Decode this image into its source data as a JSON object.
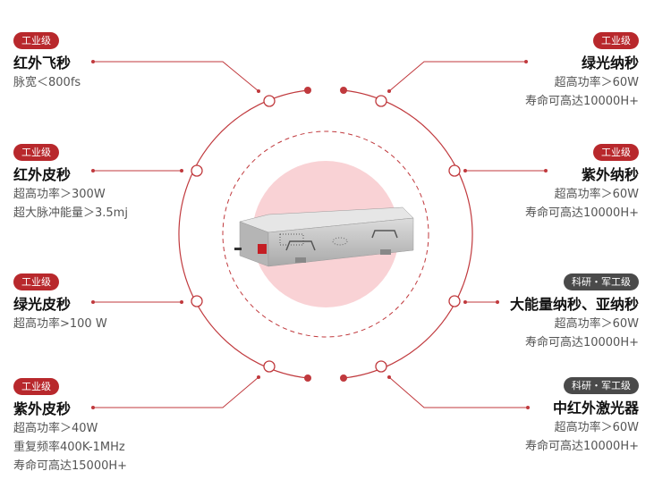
{
  "colors": {
    "accent": "#b8282c",
    "dark_badge": "#4a4a4a",
    "pink": "#f9d2d5"
  },
  "items": [
    {
      "badge": "工业级",
      "title": "红外飞秒",
      "lines": [
        "脉宽＜800fs"
      ]
    },
    {
      "badge": "工业级",
      "title": "红外皮秒",
      "lines": [
        "超高功率＞300W",
        "超大脉冲能量＞3.5mj"
      ]
    },
    {
      "badge": "工业级",
      "title": "绿光皮秒",
      "lines": [
        "超高功率>100 W"
      ]
    },
    {
      "badge": "工业级",
      "title": "紫外皮秒",
      "lines": [
        "超高功率＞40W",
        "重复频率400K-1MHz",
        "寿命可高达15000H+"
      ]
    },
    {
      "badge": "工业级",
      "title": "绿光纳秒",
      "lines": [
        "超高功率＞60W",
        "寿命可高达10000H+"
      ]
    },
    {
      "badge": "工业级",
      "title": "紫外纳秒",
      "lines": [
        "超高功率＞60W",
        "寿命可高达10000H+"
      ]
    },
    {
      "badge": "科研・军工级",
      "title": "大能量纳秒、亚纳秒",
      "lines": [
        "超高功率＞60W",
        "寿命可高达10000H+"
      ]
    },
    {
      "badge": "科研・军工级",
      "title": "中红外激光器",
      "lines": [
        "超高功率＞60W",
        "寿命可高达10000H+"
      ]
    }
  ]
}
